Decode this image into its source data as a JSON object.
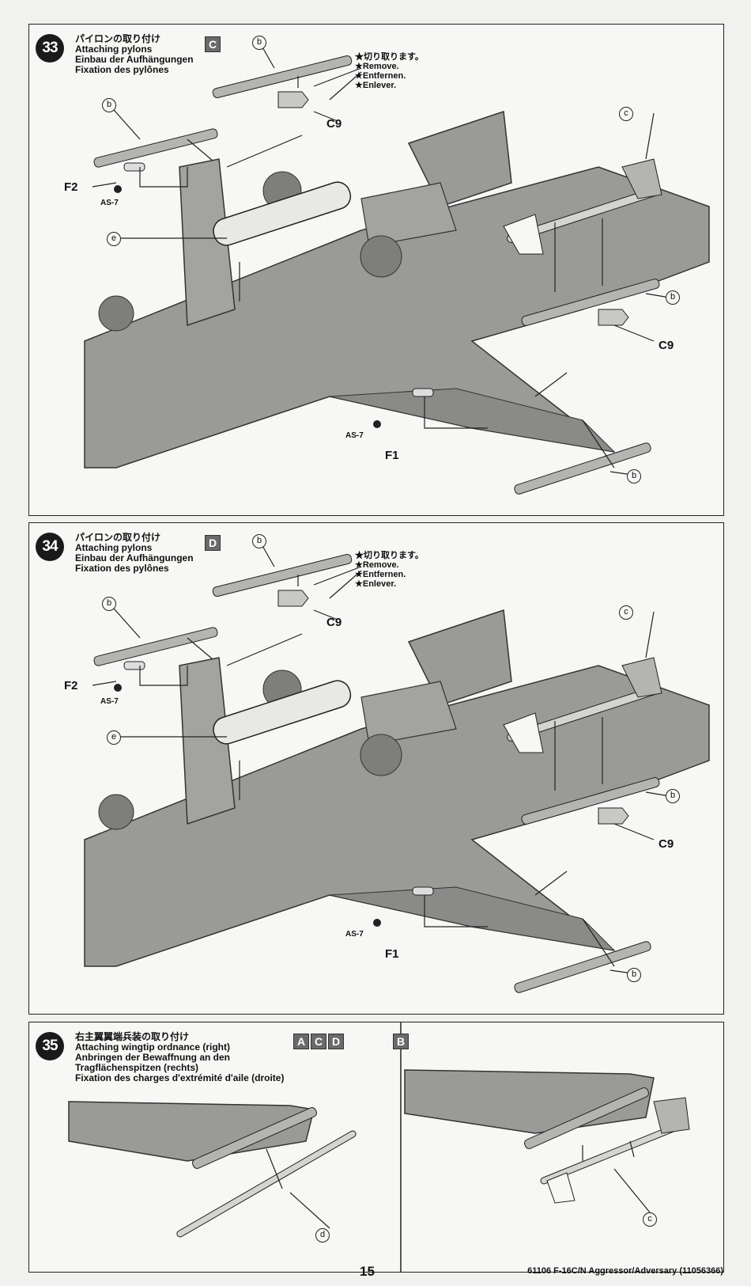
{
  "steps": [
    {
      "number": "33",
      "titles": [
        "パイロンの取り付け",
        "Attaching pylons",
        "Einbau der Aufhängungen",
        "Fixation des pylônes"
      ],
      "version_tags": [
        "C"
      ],
      "remove_notes": [
        "★切り取ります。",
        "★Remove.",
        "★Entfernen.",
        "★Enlever."
      ],
      "part_labels": {
        "c9_top": "C9",
        "c9_right": "C9",
        "f2": "F2",
        "as7_left": "AS-7",
        "as7_bottom": "AS-7",
        "f1": "F1"
      },
      "callouts": {
        "b_top": "b",
        "b_left": "b",
        "e": "e",
        "c": "c",
        "b_right": "b",
        "b_bottom": "b"
      }
    },
    {
      "number": "34",
      "titles": [
        "パイロンの取り付け",
        "Attaching pylons",
        "Einbau der Aufhängungen",
        "Fixation des pylônes"
      ],
      "version_tags": [
        "D"
      ],
      "remove_notes": [
        "★切り取ります。",
        "★Remove.",
        "★Entfernen.",
        "★Enlever."
      ],
      "part_labels": {
        "c9_top": "C9",
        "c9_right": "C9",
        "f2": "F2",
        "as7_left": "AS-7",
        "as7_bottom": "AS-7",
        "f1": "F1"
      },
      "callouts": {
        "b_top": "b",
        "b_left": "b",
        "e": "e",
        "c": "c",
        "b_right": "b",
        "b_bottom": "b"
      }
    },
    {
      "number": "35",
      "titles": [
        "右主翼翼端兵装の取り付け",
        "Attaching wingtip ordnance (right)",
        "Anbringen der Bewaffnung an den",
        "Tragflächenspitzen (rechts)",
        "Fixation des charges d'extrémité d'aile (droite)"
      ],
      "version_tags": [
        "A",
        "C",
        "D"
      ],
      "right_tags": [
        "B"
      ],
      "callouts": {
        "d": "d",
        "c": "c"
      }
    }
  ],
  "footer": {
    "page_number": "15",
    "kit_code": "61106 F-16C/N Aggressor/Adversary (11056366)"
  },
  "colors": {
    "aircraft_gray": "#9a9a98",
    "tag_gray": "#6a6a6a",
    "ink": "#111111",
    "paper": "#f1f1ef"
  }
}
